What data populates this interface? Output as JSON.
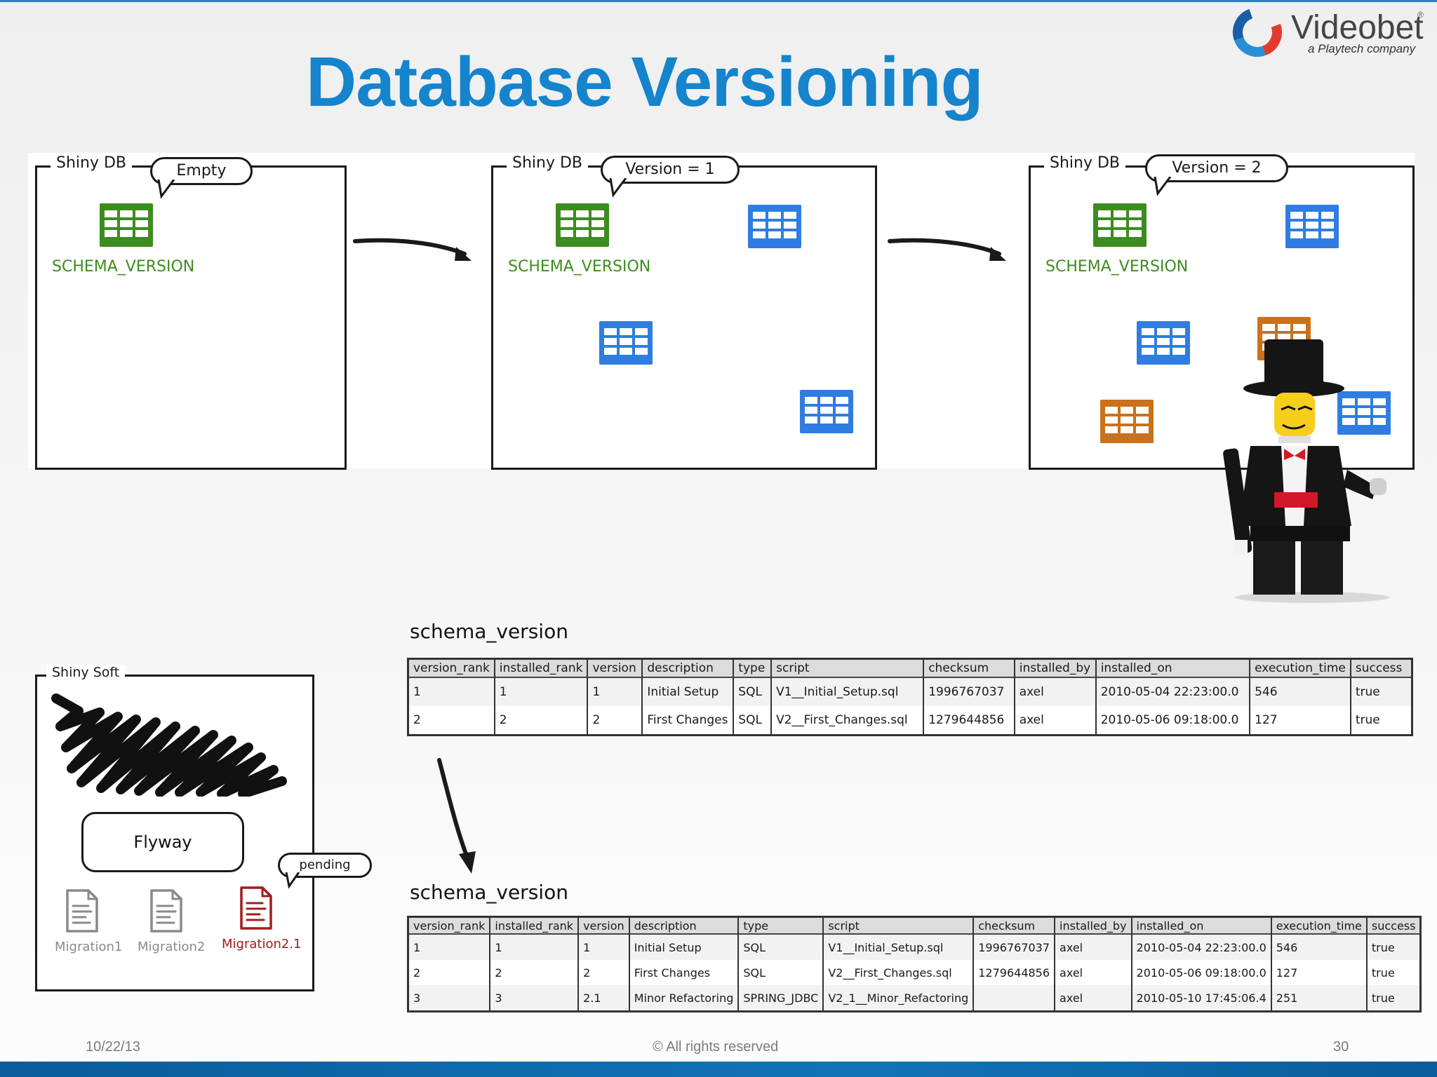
{
  "slide": {
    "title": "Database Versioning"
  },
  "logo": {
    "name": "Videobet",
    "tagline": "a Playtech company",
    "reg": "®"
  },
  "panels": [
    {
      "db_label": "Shiny DB",
      "bubble": "Empty",
      "schema_label": "SCHEMA_VERSION"
    },
    {
      "db_label": "Shiny DB",
      "bubble": "Version = 1",
      "schema_label": "SCHEMA_VERSION"
    },
    {
      "db_label": "Shiny DB",
      "bubble": "Version = 2",
      "schema_label": "SCHEMA_VERSION"
    }
  ],
  "colors": {
    "schema_table": "#3d8c1f",
    "blue_table": "#2f7de0",
    "orange_table": "#c9711c",
    "pending": "#a01d1d",
    "title": "#1584cc"
  },
  "table1": {
    "label": "schema_version",
    "columns": [
      "version_rank",
      "installed_rank",
      "version",
      "description",
      "type",
      "script",
      "checksum",
      "installed_by",
      "installed_on",
      "execution_time",
      "success"
    ],
    "rows": [
      [
        "1",
        "1",
        "1",
        "Initial Setup",
        "SQL",
        "V1__Initial_Setup.sql",
        "1996767037",
        "axel",
        "2010-05-04 22:23:00.0",
        "546",
        "true"
      ],
      [
        "2",
        "2",
        "2",
        "First Changes",
        "SQL",
        "V2__First_Changes.sql",
        "1279644856",
        "axel",
        "2010-05-06 09:18:00.0",
        "127",
        "true"
      ]
    ]
  },
  "table2": {
    "label": "schema_version",
    "columns": [
      "version_rank",
      "installed_rank",
      "version",
      "description",
      "type",
      "script",
      "checksum",
      "installed_by",
      "installed_on",
      "execution_time",
      "success"
    ],
    "rows": [
      [
        "1",
        "1",
        "1",
        "Initial Setup",
        "SQL",
        "V1__Initial_Setup.sql",
        "1996767037",
        "axel",
        "2010-05-04 22:23:00.0",
        "546",
        "true"
      ],
      [
        "2",
        "2",
        "2",
        "First Changes",
        "SQL",
        "V2__First_Changes.sql",
        "1279644856",
        "axel",
        "2010-05-06 09:18:00.0",
        "127",
        "true"
      ],
      [
        "3",
        "3",
        "2.1",
        "Minor Refactoring",
        "SPRING_JDBC",
        "V2_1__Minor_Refactoring",
        "",
        "axel",
        "2010-05-10 17:45:06.4",
        "251",
        "true"
      ]
    ]
  },
  "soft": {
    "label": "Shiny Soft",
    "engine": "Flyway",
    "pending_bubble": "pending",
    "migrations": [
      "Migration1",
      "Migration2",
      "Migration2.1"
    ]
  },
  "footer": {
    "date": "10/22/13",
    "copyright": "© All rights reserved",
    "page": "30"
  }
}
